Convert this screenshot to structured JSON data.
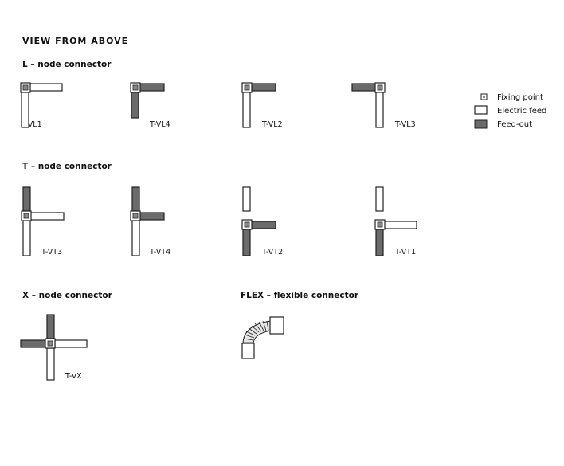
{
  "heading": "VIEW FROM ABOVE",
  "sections": {
    "l_node": "L – node connector",
    "t_node": "T – node connector",
    "x_node": "X – node connector",
    "flex": "FLEX – flexible connector"
  },
  "connectors": {
    "vl1": "T-VL1",
    "vl4": "T-VL4",
    "vl2": "T-VL2",
    "vl3": "T-VL3",
    "vt3": "T-VT3",
    "vt4": "T-VT4",
    "vt2": "T-VT2",
    "vt1": "T-VT1",
    "vx": "T-VX"
  },
  "legend": {
    "fixing_point": "Fixing point",
    "electric_feed": "Electric feed",
    "feed_out": "Feed-out"
  },
  "colors": {
    "feed_out": "#6b6b6b",
    "electric_feed": "#ffffff",
    "outline": "#222222"
  }
}
